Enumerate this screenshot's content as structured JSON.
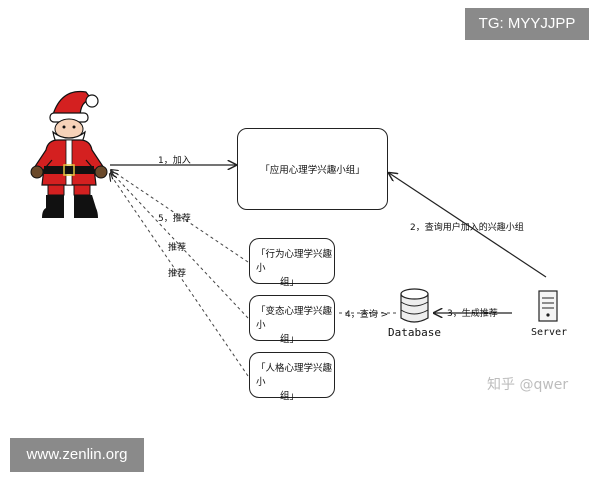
{
  "watermarks": {
    "tg": "TG: MYYJJPP",
    "site": "www.zenlin.org",
    "zhihu": "知乎 @qwer"
  },
  "boxes": {
    "main": "「应用心理学兴趣小组」",
    "rec1_line1": "「行为心理学兴趣小",
    "rec1_line2": "组」",
    "rec2_line1": "「变态心理学兴趣小",
    "rec2_line2": "组」",
    "rec3_line1": "「人格心理学兴趣小",
    "rec3_line2": "组」"
  },
  "labels": {
    "join": "1，加入",
    "query_groups": "2，查询用户加入的兴趣小组",
    "generate": "3，生成推荐",
    "query": "4，查询 >",
    "recommend_5": "5，推荐",
    "recommend_a": "推荐",
    "recommend_b": "推荐",
    "database": "Database",
    "server": "Server"
  },
  "colors": {
    "santa_red": "#d42020",
    "line": "#222222",
    "dashed": "#444444"
  }
}
